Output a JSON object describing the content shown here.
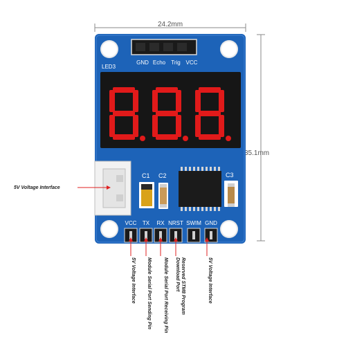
{
  "dimensions": {
    "width_label": "24.2mm",
    "height_label": "35.1mm"
  },
  "board": {
    "color": "#1d63b8",
    "top_header_labels": [
      "GND",
      "Echo",
      "Trig",
      "VCC"
    ],
    "led_label": "LED3",
    "display_digits": "8.8.8.",
    "components": [
      "C1",
      "C2",
      "C3"
    ],
    "bottom_pin_labels": [
      "VCC",
      "TX",
      "RX",
      "NRST",
      "SWIM",
      "GND"
    ]
  },
  "callouts": {
    "left": "5V Voltage Interface",
    "bottom": [
      {
        "line1": "5V Voltage Interface",
        "line2": ""
      },
      {
        "line1": "Module Serial Port Sending Pin",
        "line2": ""
      },
      {
        "line1": "Module Serial Port Receiving Pin",
        "line2": ""
      },
      {
        "line1": "Reserved STM8 Program",
        "line2": "Download Port"
      },
      {
        "line1": "5V Voltage Interface",
        "line2": ""
      }
    ]
  },
  "colors": {
    "callout_line": "#e02020",
    "dimension_line": "#888888",
    "segment_red": "#e11a1a",
    "display_body": "#161616"
  }
}
